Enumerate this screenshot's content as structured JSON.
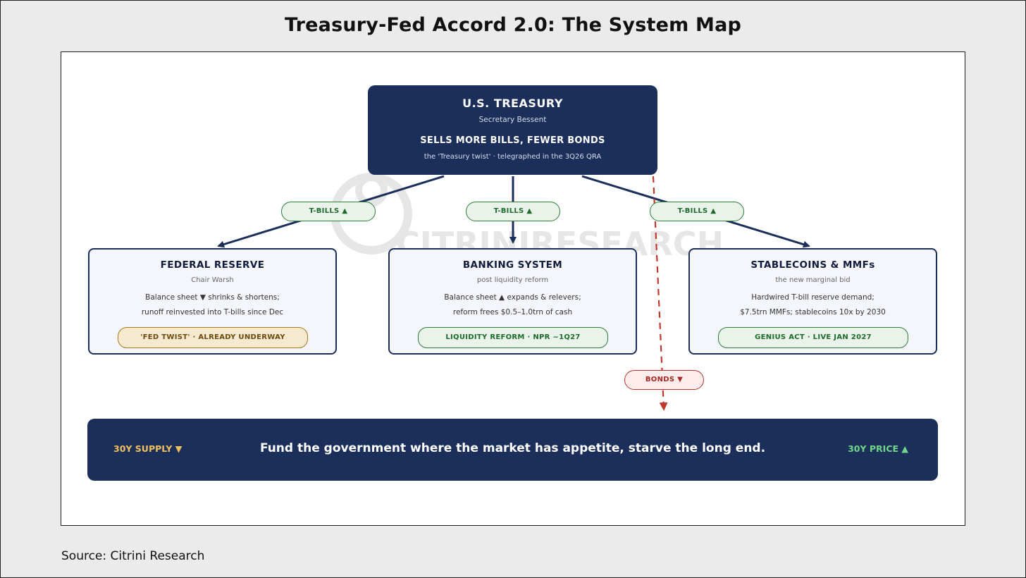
{
  "title": "Treasury-Fed Accord 2.0: The System Map",
  "source": "Source: Citrini Research",
  "watermark": "CITRINIRESEARCH",
  "treasury": {
    "name": "U.S. TREASURY",
    "subtitle": "Secretary Bessent",
    "headline": "SELLS MORE BILLS, FEWER BONDS",
    "note": "the 'Treasury twist' · telegraphed in the 3Q26 QRA"
  },
  "flows": {
    "tbills_fed": "T-BILLS ▲",
    "tbills_bank": "T-BILLS ▲",
    "tbills_stable": "T-BILLS ▲",
    "bonds": "BONDS ▼"
  },
  "nodes": {
    "fed": {
      "name": "FEDERAL RESERVE",
      "subtitle": "Chair Warsh",
      "line1": "Balance sheet ▼ shrinks & shortens;",
      "line2": "runoff reinvested into T-bills since Dec",
      "tag": "'FED TWIST' · ALREADY UNDERWAY"
    },
    "bank": {
      "name": "BANKING SYSTEM",
      "subtitle": "post liquidity reform",
      "line1": "Balance sheet ▲ expands & relevers;",
      "line2": "reform frees $0.5–1.0trn of cash",
      "tag": "LIQUIDITY REFORM · NPR ~1Q27"
    },
    "stable": {
      "name": "STABLECOINS & MMFs",
      "subtitle": "the new marginal bid",
      "line1": "Hardwired T-bill reserve demand;",
      "line2": "$7.5trn MMFs; stablecoins 10x by 2030",
      "tag": "GENIUS ACT · LIVE JAN 2027"
    }
  },
  "banner": {
    "left": "30Y SUPPLY ▼",
    "center": "Fund the government where the market has appetite, starve the long end.",
    "right": "30Y PRICE ▲"
  },
  "colors": {
    "navy": "#1c2f5b",
    "green": "#2e7d3a",
    "red": "#b8322c",
    "amber": "#a8791d",
    "supply": "#f0c060",
    "price": "#6fd68a"
  }
}
